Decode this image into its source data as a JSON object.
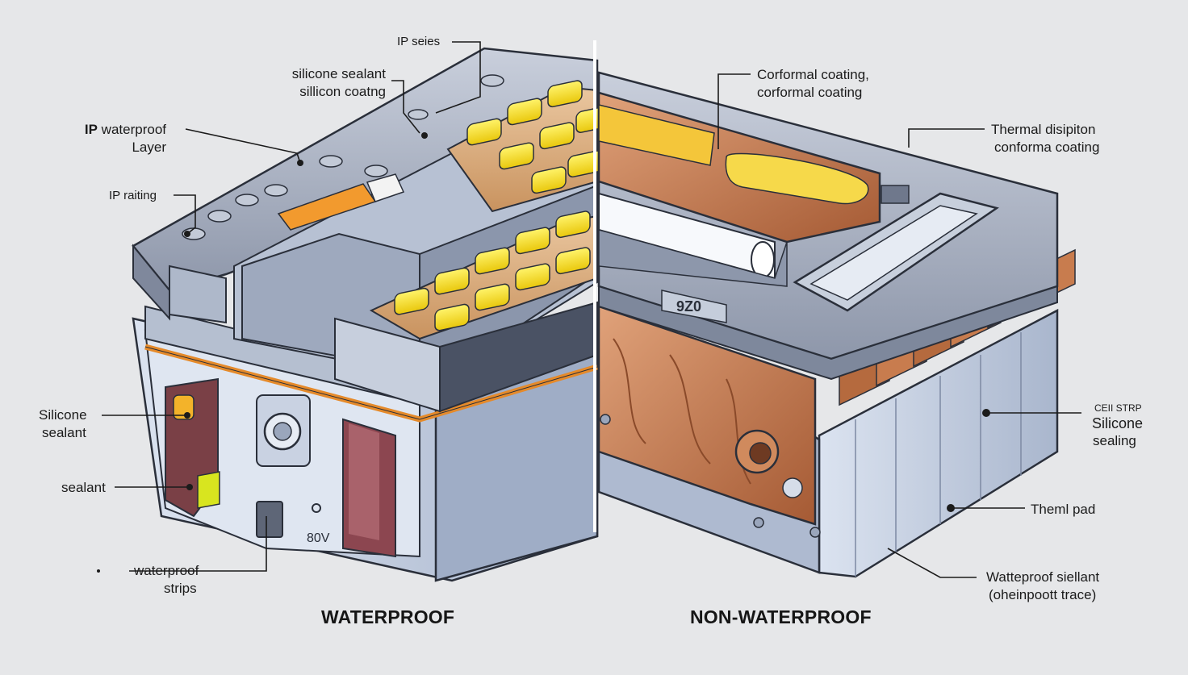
{
  "panels": {
    "left_title": "WATERPROOF",
    "right_title": "NON-WATERPROOF"
  },
  "callouts_left": {
    "ip_series": "IP seies",
    "silicone_sealant_1": "silicone sealant",
    "silicone_sealant_2": "sillicon coatng",
    "ip_waterproof_1": "IP waterproof",
    "ip_waterproof_2": "Layer",
    "ip_rating": "IP raiting",
    "silicone_1": "Silicone",
    "silicone_2": "sealant",
    "sealant": "sealant",
    "strips_1": "waterproof",
    "strips_2": "strips"
  },
  "callouts_right": {
    "conformal_1": "Corformal coating,",
    "conformal_2": "corformal coating",
    "thermal_1": "Thermal disipiton",
    "thermal_2": "conforma coating",
    "cell_strip": "CEII STRP",
    "silicone_sealing_1": "Silicone",
    "silicone_sealing_2": "sealing",
    "thermal_pad": "Theml pad",
    "waterproof_sealant_1": "Watteproof siellant",
    "waterproof_sealant_2": "(oheinpoott trace)"
  },
  "markings": {
    "left_voltage": "80V",
    "right_code": "9Z0"
  },
  "colors": {
    "background": "#e6e7e9",
    "steel": "#9aa3b5",
    "cell_yellow": "#f5e22a",
    "copper": "#c47a4a",
    "orange_strip": "#f29a2e"
  }
}
